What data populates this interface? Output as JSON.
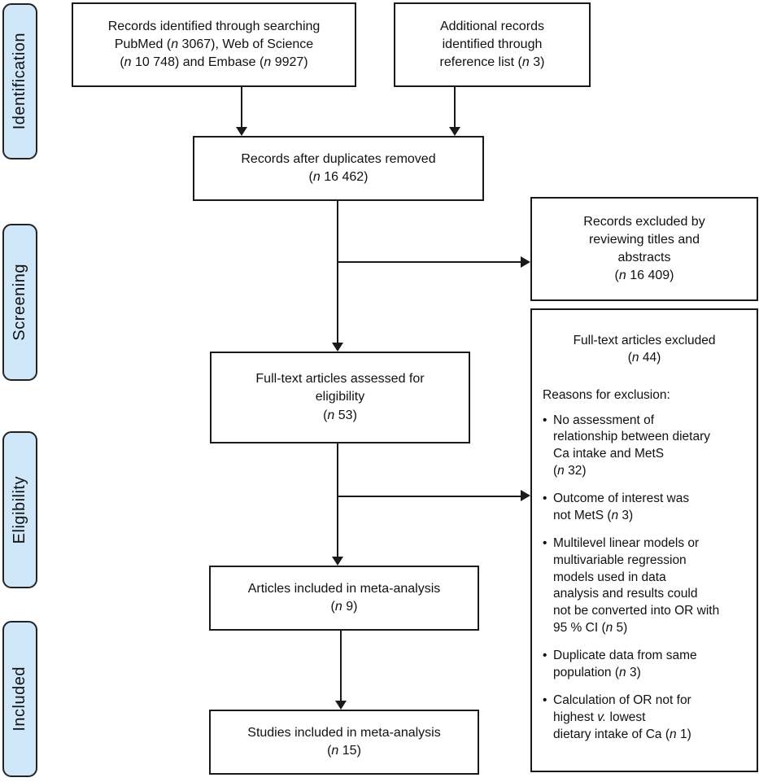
{
  "palette": {
    "stage_fill": "#cfe7f8",
    "stage_border": "#232323",
    "box_border": "#1a1a1a",
    "arrow_color": "#1a1a1a",
    "text_color": "#111111"
  },
  "bullet_char": "•",
  "stages": {
    "identification": "Identification",
    "screening": "Screening",
    "eligibility": "Eligibility",
    "included": "Included"
  },
  "boxes": {
    "identified": {
      "lines": [
        [
          {
            "t": "Records identified through searching"
          }
        ],
        [
          {
            "t": "PubMed ("
          },
          {
            "t": "n",
            "i": true
          },
          {
            "t": " 3067), Web of Science"
          }
        ],
        [
          {
            "t": "("
          },
          {
            "t": "n",
            "i": true
          },
          {
            "t": " 10 748) and Embase ("
          },
          {
            "t": "n",
            "i": true
          },
          {
            "t": " 9927)"
          }
        ]
      ]
    },
    "additional": {
      "lines": [
        [
          {
            "t": "Additional records"
          }
        ],
        [
          {
            "t": "identified through"
          }
        ],
        [
          {
            "t": "reference list ("
          },
          {
            "t": "n",
            "i": true
          },
          {
            "t": " 3)"
          }
        ]
      ]
    },
    "duplicates": {
      "lines": [
        [
          {
            "t": "Records after duplicates removed"
          }
        ],
        [
          {
            "t": "("
          },
          {
            "t": "n",
            "i": true
          },
          {
            "t": " 16 462)"
          }
        ]
      ]
    },
    "excluded_titles": {
      "lines": [
        [
          {
            "t": "Records excluded by"
          }
        ],
        [
          {
            "t": "reviewing titles and"
          }
        ],
        [
          {
            "t": "abstracts"
          }
        ],
        [
          {
            "t": "("
          },
          {
            "t": "n",
            "i": true
          },
          {
            "t": " 16 409)"
          }
        ]
      ]
    },
    "fulltext": {
      "lines": [
        [
          {
            "t": "Full-text articles assessed for"
          }
        ],
        [
          {
            "t": "eligibility"
          }
        ],
        [
          {
            "t": "("
          },
          {
            "t": "n",
            "i": true
          },
          {
            "t": " 53)"
          }
        ]
      ]
    },
    "articles": {
      "lines": [
        [
          {
            "t": "Articles included in meta-analysis"
          }
        ],
        [
          {
            "t": "("
          },
          {
            "t": "n",
            "i": true
          },
          {
            "t": " 9)"
          }
        ]
      ]
    },
    "studies": {
      "lines": [
        [
          {
            "t": "Studies included in meta-analysis"
          }
        ],
        [
          {
            "t": "("
          },
          {
            "t": "n",
            "i": true
          },
          {
            "t": " 15)"
          }
        ]
      ]
    },
    "exclusion": {
      "title_lines": [
        [
          {
            "t": "Full-text articles excluded"
          }
        ],
        [
          {
            "t": "("
          },
          {
            "t": "n",
            "i": true
          },
          {
            "t": " 44)"
          }
        ]
      ],
      "reasons_label_lines": [
        [
          {
            "t": "Reasons for exclusion:"
          }
        ]
      ],
      "bullets": [
        {
          "lines": [
            [
              {
                "t": "No assessment of"
              }
            ],
            [
              {
                "t": "relationship between dietary"
              }
            ],
            [
              {
                "t": "Ca intake and MetS"
              }
            ],
            [
              {
                "t": "("
              },
              {
                "t": "n",
                "i": true
              },
              {
                "t": " 32)"
              }
            ]
          ]
        },
        {
          "lines": [
            [
              {
                "t": "Outcome of interest was"
              }
            ],
            [
              {
                "t": "not MetS ("
              },
              {
                "t": "n",
                "i": true
              },
              {
                "t": " 3)"
              }
            ]
          ]
        },
        {
          "lines": [
            [
              {
                "t": "Multilevel linear models or"
              }
            ],
            [
              {
                "t": "multivariable regression"
              }
            ],
            [
              {
                "t": "models used in data"
              }
            ],
            [
              {
                "t": "analysis and results could"
              }
            ],
            [
              {
                "t": "not be converted into OR with"
              }
            ],
            [
              {
                "t": "95 % CI ("
              },
              {
                "t": "n",
                "i": true
              },
              {
                "t": " 5)"
              }
            ]
          ]
        },
        {
          "lines": [
            [
              {
                "t": "Duplicate data from same"
              }
            ],
            [
              {
                "t": "population ("
              },
              {
                "t": "n",
                "i": true
              },
              {
                "t": " 3)"
              }
            ]
          ]
        },
        {
          "lines": [
            [
              {
                "t": "Calculation of OR not for"
              }
            ],
            [
              {
                "t": "highest "
              },
              {
                "t": "v.",
                "i": true
              },
              {
                "t": " lowest"
              }
            ],
            [
              {
                "t": "dietary intake of Ca ("
              },
              {
                "t": "n",
                "i": true
              },
              {
                "t": " 1)"
              }
            ]
          ]
        }
      ]
    }
  }
}
